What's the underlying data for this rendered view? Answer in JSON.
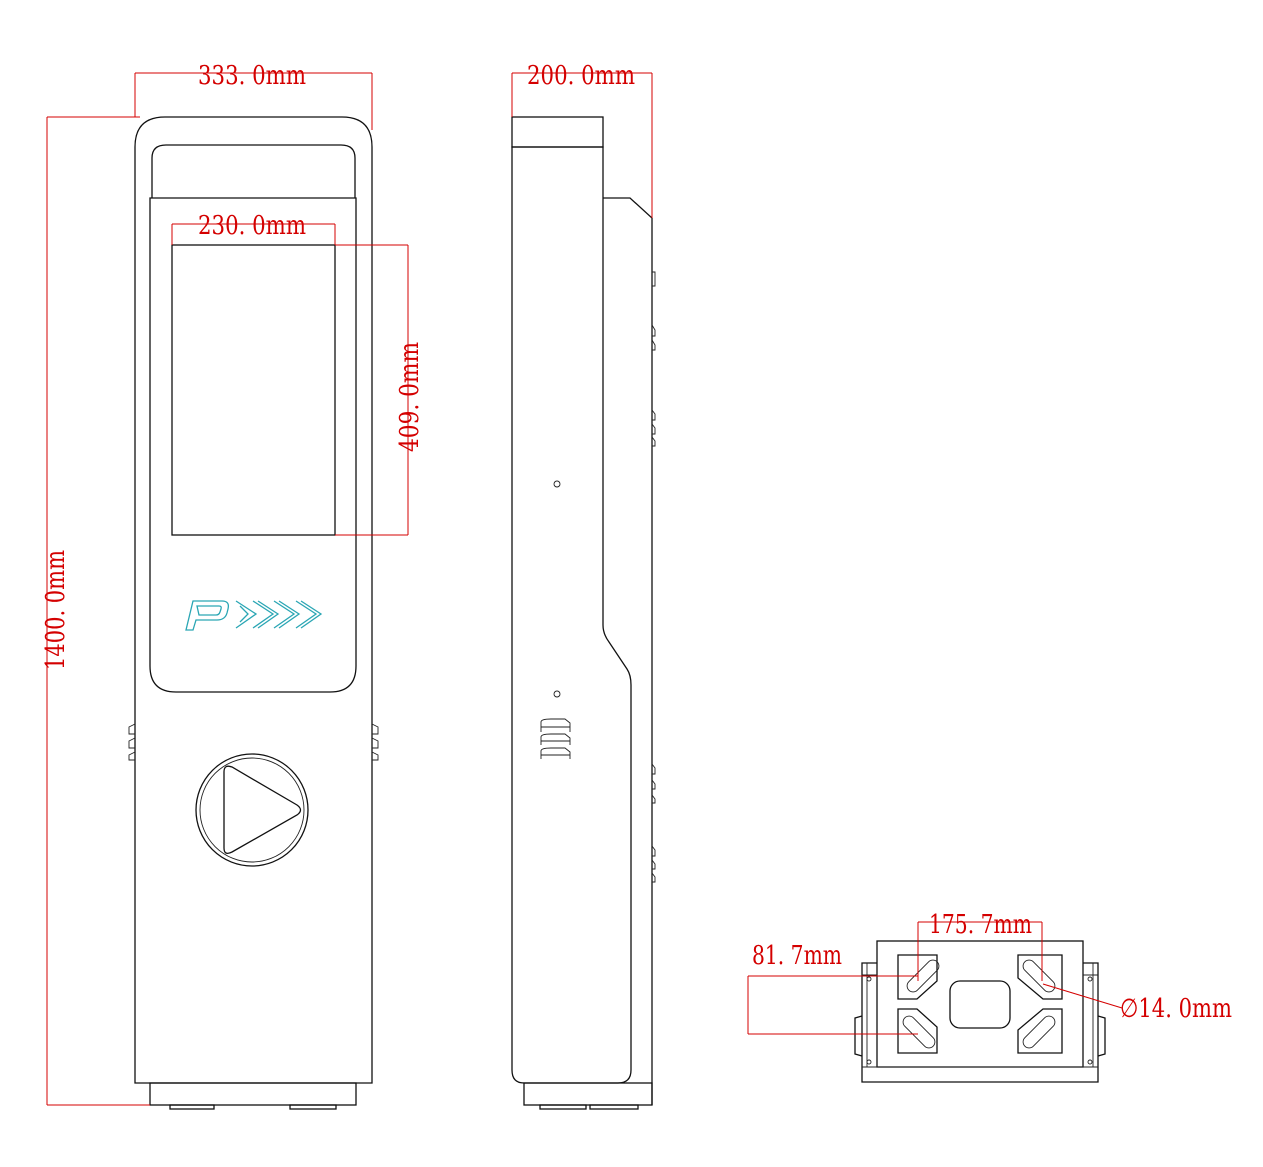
{
  "dimensions": {
    "width_front": "333. 0mm",
    "height_total": "1400. 0mm",
    "screen_width": "230. 0mm",
    "screen_height": "409. 0mm",
    "depth_side": "200. 0mm",
    "base_hole_spacing_x": "175. 7mm",
    "base_hole_spacing_y": "81. 7mm",
    "hole_diameter": "∅14. 0mm"
  },
  "logo": {
    "letter": "P",
    "icon": "chevron-arrows-icon"
  },
  "button_icon": "play-triangle-icon",
  "colors": {
    "dimension": "#d40000",
    "outline": "#111111",
    "logo": "#2aa6b4"
  }
}
